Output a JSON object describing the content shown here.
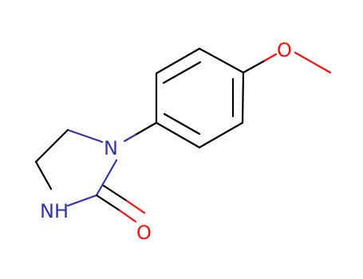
{
  "molecule": {
    "atoms": {
      "oxygen_methoxy": "O",
      "nitrogen_ring": "N",
      "nitrogen_nh": "NH",
      "oxygen_carbonyl": "O"
    },
    "colors": {
      "bond": "#000000",
      "oxygen": "#ff0d0d",
      "nitrogen": "#3333aa"
    }
  }
}
